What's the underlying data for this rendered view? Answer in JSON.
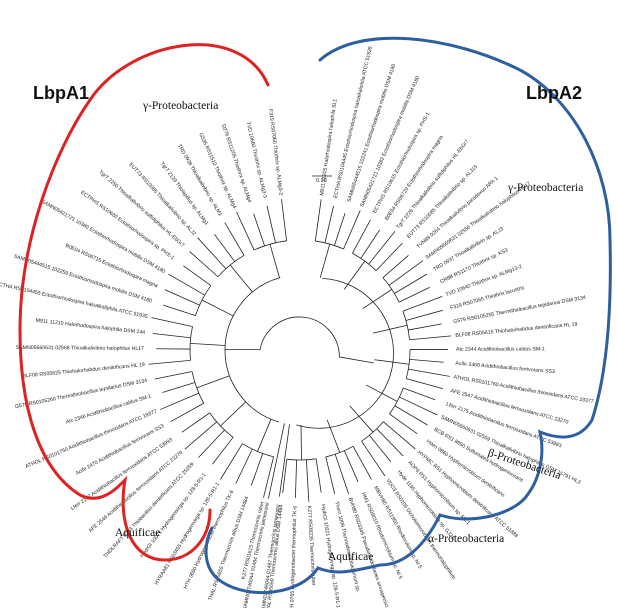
{
  "figure": {
    "groups": [
      {
        "id": "lbpa1",
        "label": "LbpA1",
        "color": "#dd2222"
      },
      {
        "id": "lbpa2",
        "label": "LbpA2",
        "color": "#2f5f9e"
      }
    ],
    "clade_labels": [
      {
        "id": "gamma-a1",
        "text": "γ-Proteobacteria"
      },
      {
        "id": "gamma-a2",
        "text": "γ-Proteobacteria"
      },
      {
        "id": "beta-a2",
        "text": "β-Proteobacteria"
      },
      {
        "id": "alpha-a2",
        "text": "α-Proteobacteria"
      },
      {
        "id": "aquificae-a1",
        "text": "Aquificae"
      },
      {
        "id": "aquificae-a2",
        "text": "Aquificae"
      }
    ],
    "scale_bar": "0.20",
    "taxa_lbpa1": [
      "F319 RS07060 Thiothrix sp. ALMg3-2",
      "TVD 10660 Thiothrix sp. ALMg3-3",
      "D276 RS11205 Thiothrix sp. ALMg4",
      "G535 RS11510 Thiothrix sp. ALMg4",
      "TRD 0938 Thioalkalivibrio sp. ALM1",
      "TgrT 2129 Thiolapillus sp. ALMg1",
      "EUT73 RS10085 Thioalkalivibrio sp. ALJ2",
      "TgrT 2250 Thioalkalivibrio sulfidiphilus HL-EbGr7",
      "ECTPHS RS10660 Ectothiorhodospira sp. PHS-1",
      "SAMN05421721 10380 Ectothiorhodospira mobilis DSM 4180",
      "B0E04 RS06715 Ectothiorhodospira magna",
      "SAMN05444515 102259 Ectothiorhodospira mobilis DSM 4180",
      "ECTHA RS0104455 Ectothiorhodospira haloalkaliphila ATCC 51935",
      "M911 11210 Halorhodospira halophila DSM 244",
      "SAMN05660631 02568 Thioalkalivibrio halophilus HL17",
      "BLF08 RS05625 Thiohalorhabdus denitrificans HL 19",
      "G579 RS0105260 Thermithiobacillus tepidarius DSM 3134",
      "Atc 2346 Acidithiobacillus caldus SM-1",
      "ATHOL RS0101750 Acidithiobacillus thiooxidans ATCC 19377",
      "Acife 2470 Acidithiobacillus ferrivorans SS3",
      "Lferr 2177 Acidithiobacillus ferrooxidans ATCC 53993",
      "AFE 2549 Acidithiobacillus ferrooxidans ATCC 23270",
      "ThiDLRAFT 0233 Thiobacillus denitrificans ATCC 25259",
      "HydrGI 10071 Hydrogenivirga sp. 128-5-R1-1",
      "HYRAA81 RS03455 Hydrogenivirga sp. 128-5-R1-1",
      "HTH 0690 Hydrogenobacter thermophilus TK-6",
      "THAL RS05655 Thermocrinis albus DSM 14484",
      "K277 RS01615 Thermocrinis ruber",
      "SAMN02746044 01487 Thermocrinis jamiesonii"
    ],
    "taxa_lbpa2": [
      "M911 11205 Halorhodospira halophila SL1",
      "ECTHA RS0104445 Ectothiorhodospira haloalkaliphila ATCC 51935",
      "SAMN05444515 102241 Ectothiorhodospira mobilis DSM 4180",
      "SAMN05421721 10382 Ectothiorhodospira mobilis DSM 4180",
      "ECTPHS RS10615 Ectothiorhodospira sp. PHS-1",
      "B0E04 RS06720 Ectothiorhodospira magna",
      "TgrT 2226 Thioalkalivibrio sulfidiphilus HL-EbGr7",
      "EUT73 RS10085 Thioalkalivibrio sp. ALJ15",
      "TVN89 0264 Thioalkalivibrio paradoxus ARh 1",
      "SAMN05660631 02556 Thioalkalivibrio halophilus HL17",
      "TRD 0937 Thioalkalivibrio sp. ALJ3",
      "CR8B RS1170 Thiothrix sp. KS3",
      "TVD 10640 Thiothrix sp. ALMg13-2",
      "F319 RS07065 Thiothrix lacustris",
      "G579 RS0105255 Thermithiobacillus tepidarius DSM 3134",
      "BLF08 RS05615 Thiohalorhabdus denitrificans HL 19",
      "Atc 2344 Acidithiobacillus caldus SM-1",
      "Acife 2468 Acidithiobacillus ferrivorans SS3",
      "ATHOL RS0101760 Acidithiobacillus thiooxidans ATCC 19377",
      "AFE 2547 Acidithiobacillus ferrooxidans ATCC 23270",
      "Lferr 2175 Acidithiobacillus ferrooxidans ATCC 53993",
      "SAMN05660631 02559 Thioalkalivibrio halophilus DSM 15791 HL3",
      "BCB RS1 8850 Sulfuritalea hydrogenivorans",
      "Hden 0860 Hyphomicrobium denitrificans",
      "HYPMC RS1 Hyphomicrobium denitrificans ATCC 51888",
      "AOP6 RS1 Hyphomicrobium sp. MC1",
      "Hyde 1195 Hyphomicrobium sp. GJ21",
      "VDO3 RS0105 Dichotomicrobium thermohalophilum",
      "MBVH80 RS11950 Rhodovulum sp. NI 5",
      "HM1 RS09010 Rhodomicrobium sp. NI 5",
      "BVH80 RS03345 Pseudorhodoplanes sinuspersici",
      "Thein 1009 Thermodesulfobacterium sp.",
      "HydrGI 10021 Hydrogenivirga sp. 128-5-R1-1",
      "K277 RS08235 Thermocrinis ruber",
      "HTH 0765 Hydrogenobacter thermophilus TK-6",
      "THAL RS05660 Thermocrinis albus DSM 14484",
      "SAMN02746044 01484 Thermocrinis jamiesonii"
    ]
  }
}
